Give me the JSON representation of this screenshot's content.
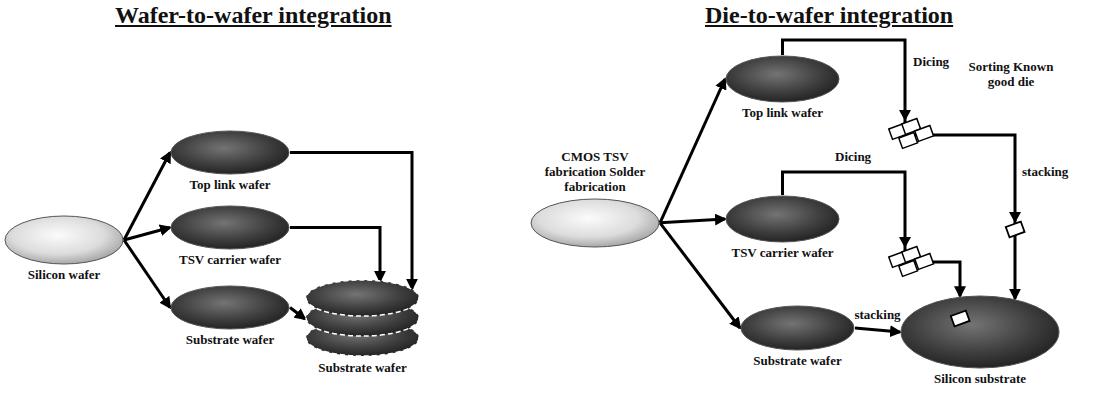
{
  "diagram": {
    "nodes": [
      {
        "text": [
          "Silicon wafer"
        ]
      },
      {
        "text": [
          "Top link wafer"
        ]
      },
      {
        "text": [
          "TSV carrier wafer"
        ]
      },
      {
        "text": [
          "Substrate wafer"
        ]
      },
      {
        "text": [
          "Substrate wafer"
        ]
      },
      {
        "text": [
          "CMOS TSV fabrication Solder fabrication"
        ]
      },
      {
        "text": [
          "Top link wafer"
        ]
      },
      {
        "text": [
          "TSV carrier wafer"
        ]
      },
      {
        "text": [
          "Substrate wafer"
        ]
      },
      {
        "text": [
          "Silicon substrate"
        ]
      }
    ],
    "edges": [
      {
        "from": 0,
        "to": 1,
        "arrow": "to"
      },
      {
        "from": 0,
        "to": 2,
        "arrow": "to"
      },
      {
        "from": 0,
        "to": 3,
        "arrow": "to"
      },
      {
        "from": 1,
        "to": 4,
        "arrow": "to"
      },
      {
        "from": 2,
        "to": 4,
        "arrow": "to"
      },
      {
        "from": 3,
        "to": 4,
        "arrow": "to"
      },
      {
        "from": 5,
        "to": 6,
        "arrow": "to"
      },
      {
        "from": 5,
        "to": 7,
        "arrow": "to"
      },
      {
        "from": 5,
        "to": 8,
        "arrow": "to"
      },
      {
        "from": 6,
        "to": 9,
        "arrow": "to"
      },
      {
        "from": 7,
        "to": 9,
        "arrow": "to"
      },
      {
        "from": 8,
        "to": 9,
        "label": "stacking",
        "arrow": "to"
      }
    ],
    "labels": [
      "Wafer-to-wafer integration",
      "Die-to-wafer integration",
      "Dicing",
      "Sorting Known good die",
      "stacking",
      "Dicing"
    ]
  }
}
